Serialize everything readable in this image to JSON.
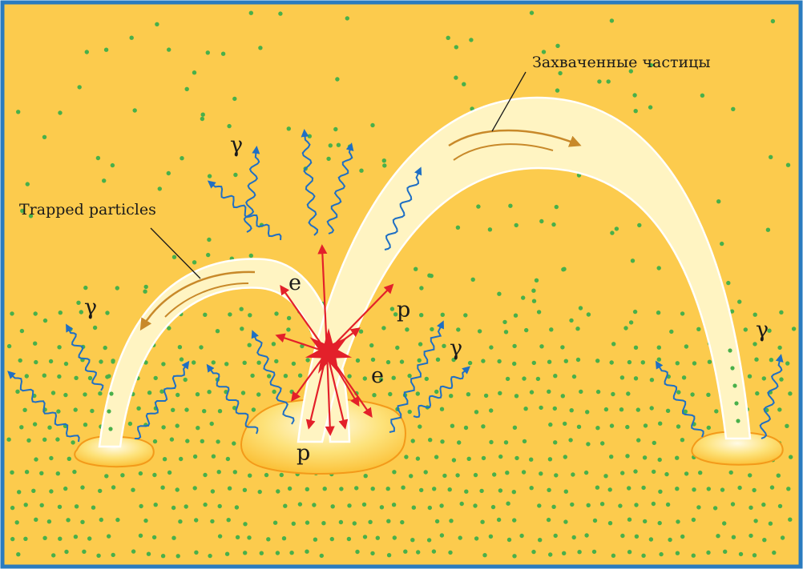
{
  "labels": {
    "trapped_en": "Trapped particles",
    "trapped_ru": "Захваченные частицы",
    "gamma": "γ",
    "electron": "e",
    "proton": "p"
  },
  "colors": {
    "background": "#fccb4d",
    "frame": "#2a7bbf",
    "dots": "#48b04a",
    "loop_fill": "#fff4c2",
    "loop_edge": "#ffffff",
    "flow_arrow": "#c8892a",
    "gamma_wave": "#1f6fc4",
    "particle_arrow": "#e3202a",
    "star": "#e3202a",
    "footpoint": "#fde27a",
    "footpoint_edge": "#f39a1a"
  }
}
